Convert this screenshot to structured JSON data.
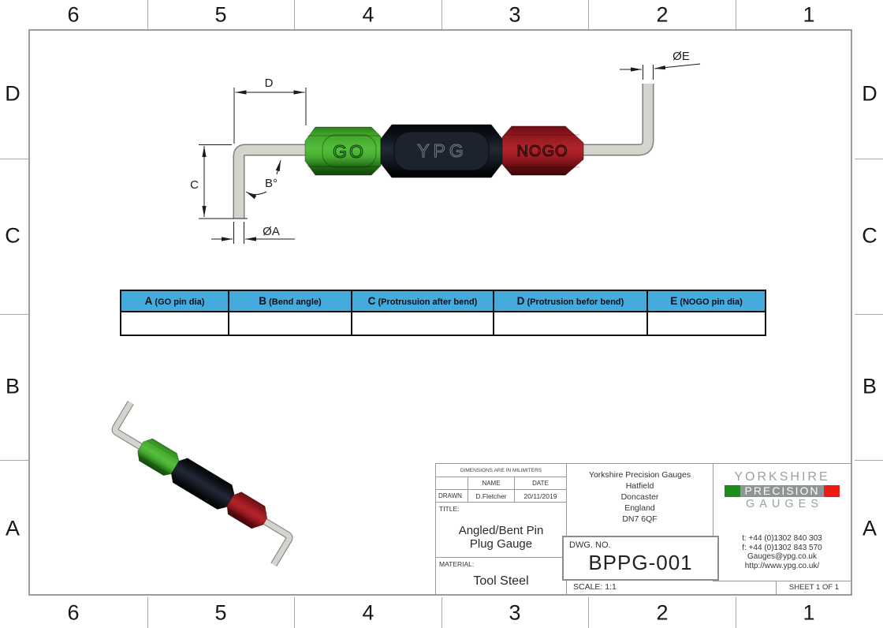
{
  "sheet": {
    "zone_columns": [
      "6",
      "5",
      "4",
      "3",
      "2",
      "1"
    ],
    "zone_rows": [
      "D",
      "C",
      "B",
      "A"
    ]
  },
  "drawing": {
    "dims": {
      "d": "D",
      "c": "C",
      "b": "B°",
      "a": "ØA",
      "e": "ØE"
    },
    "gauge": {
      "go": "GO",
      "brand": "YPG",
      "nogo": "NOGO"
    },
    "colors": {
      "go_green": "#3fa328",
      "body_black": "#11161d",
      "nogo_red": "#a01d24",
      "pin_gray": "#d4d4cf"
    }
  },
  "table": {
    "header_bg": "#45abdd",
    "headers": [
      {
        "letter": "A",
        "desc": "(GO pin dia)"
      },
      {
        "letter": "B",
        "desc": "(Bend angle)"
      },
      {
        "letter": "C",
        "desc": "(Protrusuion after bend)"
      },
      {
        "letter": "D",
        "desc": "(Protrusion befor bend)"
      },
      {
        "letter": "E",
        "desc": "(NOGO pin dia)"
      }
    ],
    "values": [
      "",
      "",
      "",
      "",
      ""
    ]
  },
  "title_block": {
    "dimensions_note": "DIMENSIONS ARE IN MILIMITERS",
    "name_header": "NAME",
    "date_header": "DATE",
    "drawn_label": "DRAWN",
    "drawn_name": "D.Fletcher",
    "drawn_date": "20/11/2019",
    "title_label": "TITLE:",
    "title_line1": "Angled/Bent Pin",
    "title_line2": "Plug Gauge",
    "material_label": "MATERIAL:",
    "material": "Tool Steel",
    "company": {
      "line1": "Yorkshire Precision Gauges",
      "line2": "Hatfield",
      "line3": "Doncaster",
      "line4": "England",
      "line5": "DN7 6QF"
    },
    "dwg_label": "DWG.  NO.",
    "dwg_no": "BPPG-001",
    "scale_label": "SCALE:  1:1",
    "sheet_label": "SHEET 1 OF 1",
    "logo": {
      "line1": "YORKSHIRE",
      "line2": "PRECISION",
      "line3": "GAUGES",
      "green": "#1e8c1c",
      "red": "#ef1a15"
    },
    "contact": {
      "tel": "t: +44 (0)1302  840 303",
      "fax": "f: +44 (0)1302 843 570",
      "email": "Gauges@ypg.co.uk",
      "web": "http://www.ypg.co.uk/"
    }
  }
}
